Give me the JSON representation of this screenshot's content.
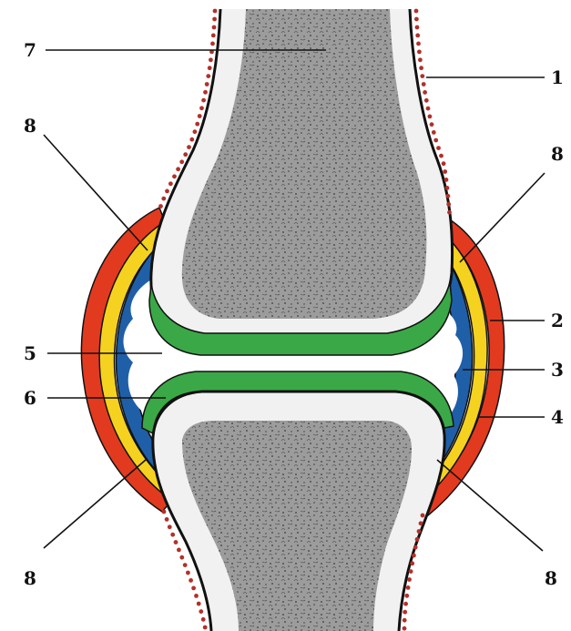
{
  "labels": {
    "l1": "1",
    "l2": "2",
    "l3": "3",
    "l4": "4",
    "l5": "5",
    "l6": "6",
    "l7": "7",
    "l8_top_left": "8",
    "l8_top_right": "8",
    "l8_bottom_left": "8",
    "l8_bottom_right": "8"
  },
  "colors": {
    "bone_marrow": "#9a9a9a",
    "bone_cortex": "#f1f1f1",
    "cartilage": "#3aa847",
    "capsule_outer": "#e23a1f",
    "capsule_middle": "#f5d21f",
    "synovial": "#1f5fa8",
    "cavity": "#ffffff",
    "periosteum_dots": "#b3302a",
    "outline": "#111111"
  }
}
